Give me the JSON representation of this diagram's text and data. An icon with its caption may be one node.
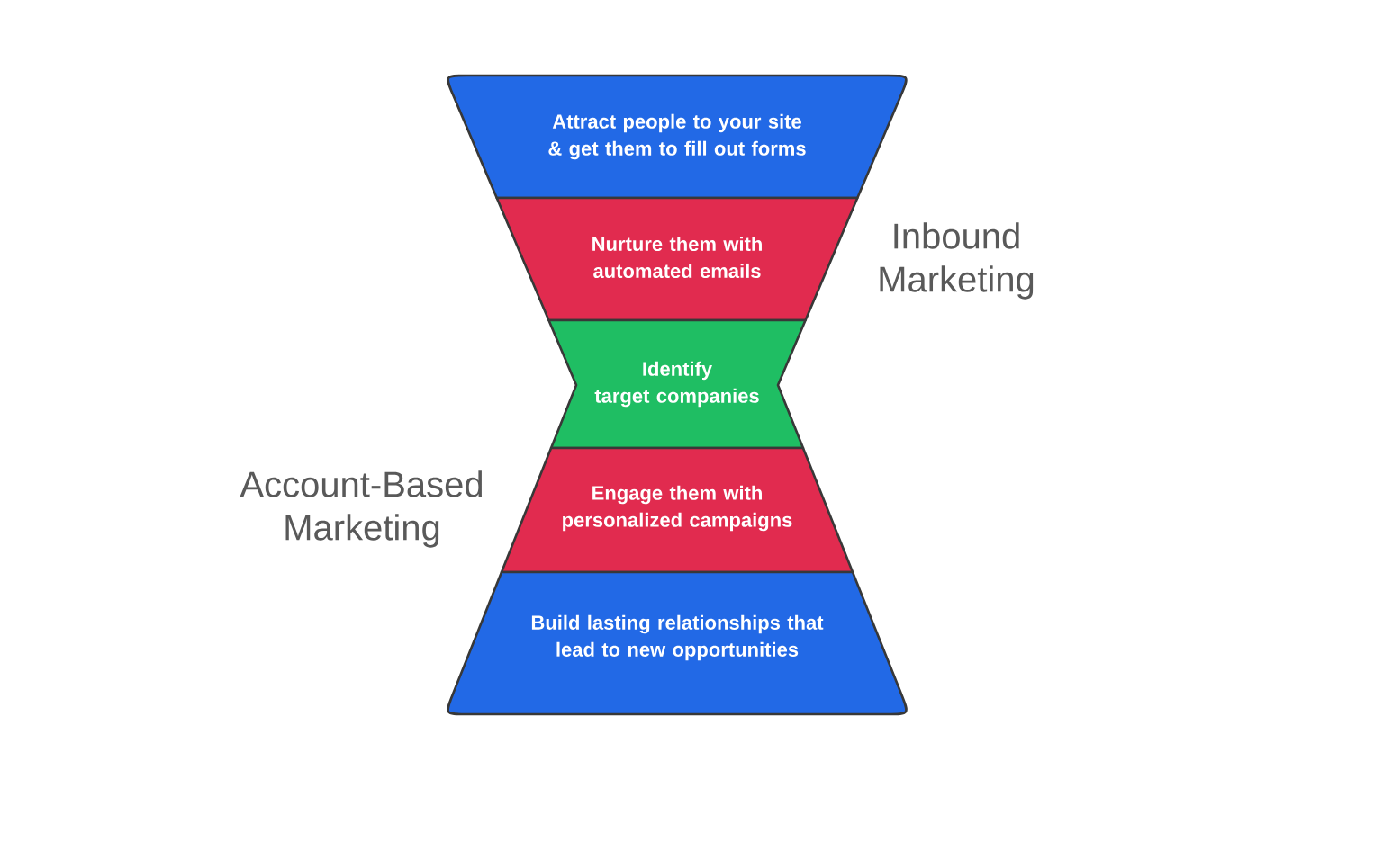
{
  "diagram": {
    "nodes": [
      {
        "text": [
          "Attract people to your site & get them to fill out forms"
        ]
      },
      {
        "text": [
          "Nurture them with automated emails"
        ]
      },
      {
        "text": [
          "Identify target companies"
        ]
      },
      {
        "text": [
          "Engage them with personalized campaigns"
        ]
      },
      {
        "text": [
          "Build lasting relationships that lead to new opportunities"
        ]
      }
    ],
    "labels": [
      "Inbound Marketing",
      "Account-Based Marketing"
    ]
  }
}
